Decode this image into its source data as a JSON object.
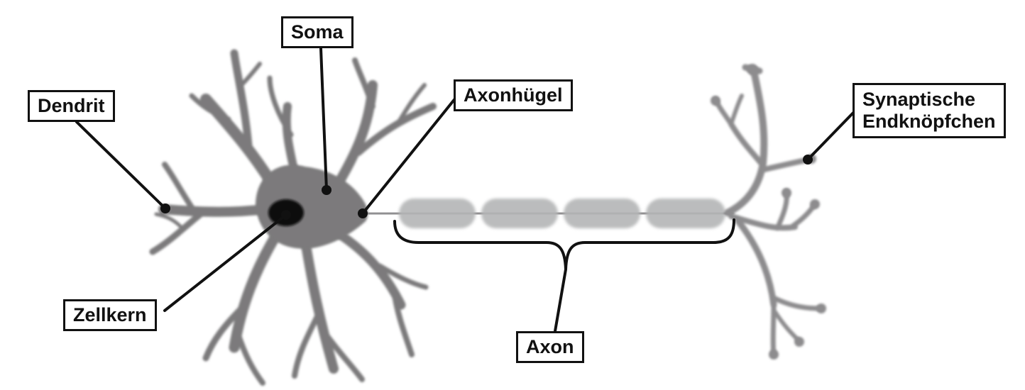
{
  "diagram": {
    "labels": {
      "dendrit": "Dendrit",
      "soma": "Soma",
      "axonhuegel": "Axonhügel",
      "zellkern": "Zellkern",
      "axon": "Axon",
      "synapse_line1": "Synaptische",
      "synapse_line2": "Endknöpfchen"
    },
    "colors": {
      "cell_body": "#7b7a7c",
      "axon_line": "#8d8c8e",
      "myelin": "#b4b5b6",
      "nucleus": "#0a0a0a",
      "leader_lines": "#111111"
    }
  }
}
